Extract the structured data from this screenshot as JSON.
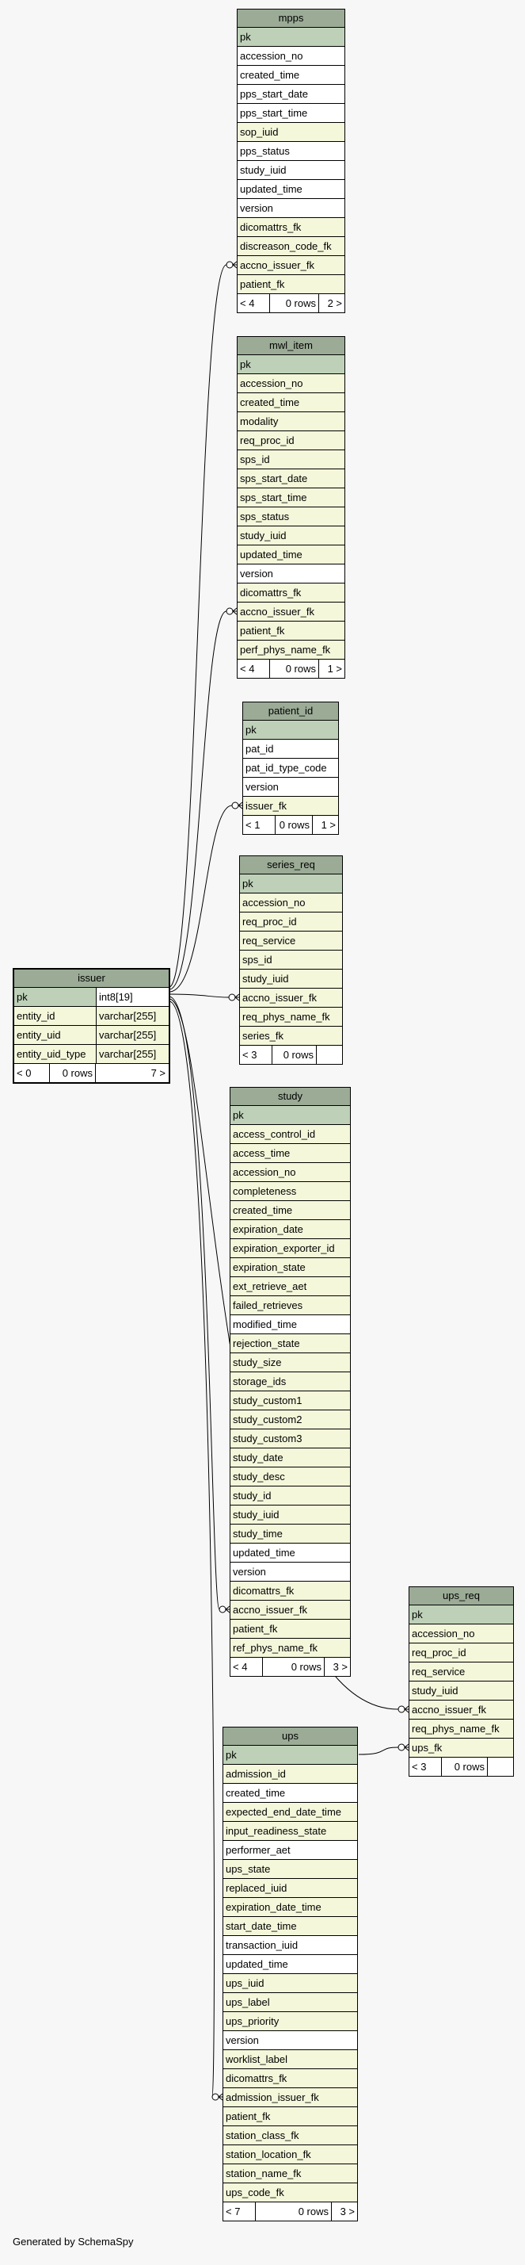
{
  "footer": "Generated by SchemaSpy",
  "tables": {
    "mpps": {
      "title": "mpps",
      "rows": [
        "pk",
        "accession_no",
        "created_time",
        "pps_start_date",
        "pps_start_time",
        "sop_iuid",
        "pps_status",
        "study_iuid",
        "updated_time",
        "version",
        "dicomattrs_fk",
        "discreason_code_fk",
        "accno_issuer_fk",
        "patient_fk"
      ],
      "footer": [
        "< 4",
        "0 rows",
        "2 >"
      ]
    },
    "mwl_item": {
      "title": "mwl_item",
      "rows": [
        "pk",
        "accession_no",
        "created_time",
        "modality",
        "req_proc_id",
        "sps_id",
        "sps_start_date",
        "sps_start_time",
        "sps_status",
        "study_iuid",
        "updated_time",
        "version",
        "dicomattrs_fk",
        "accno_issuer_fk",
        "patient_fk",
        "perf_phys_name_fk"
      ],
      "footer": [
        "< 4",
        "0 rows",
        "1 >"
      ]
    },
    "patient_id": {
      "title": "patient_id",
      "rows": [
        "pk",
        "pat_id",
        "pat_id_type_code",
        "version",
        "issuer_fk"
      ],
      "footer": [
        "< 1",
        "0 rows",
        "1 >"
      ]
    },
    "series_req": {
      "title": "series_req",
      "rows": [
        "pk",
        "accession_no",
        "req_proc_id",
        "req_service",
        "sps_id",
        "study_iuid",
        "accno_issuer_fk",
        "req_phys_name_fk",
        "series_fk"
      ],
      "footer": [
        "< 3",
        "0 rows",
        ""
      ]
    },
    "issuer": {
      "title": "issuer",
      "rows": [
        {
          "name": "pk",
          "type": "int8[19]"
        },
        {
          "name": "entity_id",
          "type": "varchar[255]"
        },
        {
          "name": "entity_uid",
          "type": "varchar[255]"
        },
        {
          "name": "entity_uid_type",
          "type": "varchar[255]"
        }
      ],
      "footer": [
        "< 0",
        "0 rows",
        "7 >"
      ]
    },
    "study": {
      "title": "study",
      "rows": [
        "pk",
        "access_control_id",
        "access_time",
        "accession_no",
        "completeness",
        "created_time",
        "expiration_date",
        "expiration_exporter_id",
        "expiration_state",
        "ext_retrieve_aet",
        "failed_retrieves",
        "modified_time",
        "rejection_state",
        "study_size",
        "storage_ids",
        "study_custom1",
        "study_custom2",
        "study_custom3",
        "study_date",
        "study_desc",
        "study_id",
        "study_iuid",
        "study_time",
        "updated_time",
        "version",
        "dicomattrs_fk",
        "accno_issuer_fk",
        "patient_fk",
        "ref_phys_name_fk"
      ],
      "footer": [
        "< 4",
        "0 rows",
        "3 >"
      ]
    },
    "ups_req": {
      "title": "ups_req",
      "rows": [
        "pk",
        "accession_no",
        "req_proc_id",
        "req_service",
        "study_iuid",
        "accno_issuer_fk",
        "req_phys_name_fk",
        "ups_fk"
      ],
      "footer": [
        "< 3",
        "0 rows",
        ""
      ]
    },
    "ups": {
      "title": "ups",
      "rows": [
        "pk",
        "admission_id",
        "created_time",
        "expected_end_date_time",
        "input_readiness_state",
        "performer_aet",
        "ups_state",
        "replaced_iuid",
        "expiration_date_time",
        "start_date_time",
        "transaction_iuid",
        "updated_time",
        "ups_iuid",
        "ups_label",
        "ups_priority",
        "version",
        "worklist_label",
        "dicomattrs_fk",
        "admission_issuer_fk",
        "patient_fk",
        "station_class_fk",
        "station_location_fk",
        "station_name_fk",
        "ups_code_fk"
      ],
      "footer": [
        "< 7",
        "0 rows",
        "3 >"
      ]
    }
  },
  "colors": {
    "header": "#9bab96",
    "pk_row": "#bed1b8",
    "fk_row": "#f4f7da",
    "plain_row": "#ffffff",
    "background": "#f7f7f7"
  }
}
